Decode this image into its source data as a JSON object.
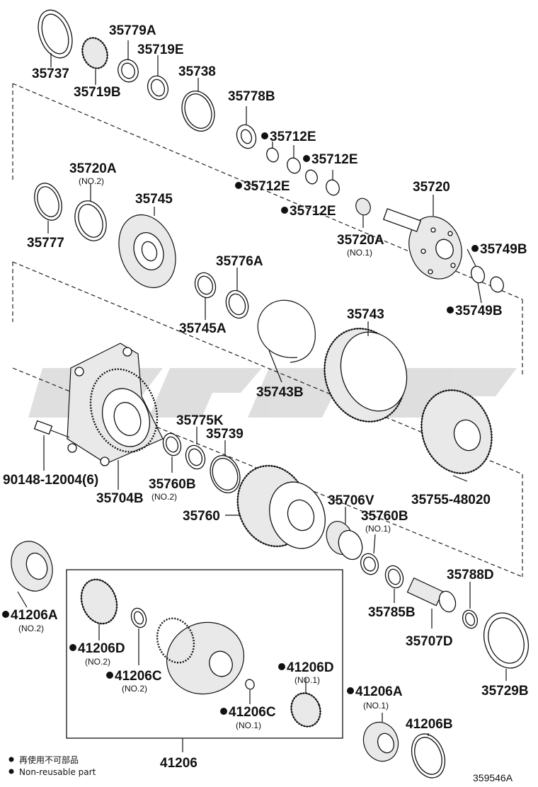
{
  "diagram": {
    "parts": [
      {
        "id": "p1",
        "label": "35737"
      },
      {
        "id": "p2",
        "label": "35779A"
      },
      {
        "id": "p3",
        "label": "35719E"
      },
      {
        "id": "p4",
        "label": "35719B"
      },
      {
        "id": "p5",
        "label": "35738"
      },
      {
        "id": "p6",
        "label": "35778B"
      },
      {
        "id": "p7",
        "label": "35712E",
        "marked": true
      },
      {
        "id": "p8",
        "label": "35712E",
        "marked": true
      },
      {
        "id": "p9",
        "label": "35712E",
        "marked": true
      },
      {
        "id": "p10",
        "label": "35712E",
        "marked": true
      },
      {
        "id": "p11",
        "label": "35720A",
        "note": "(NO.2)"
      },
      {
        "id": "p12",
        "label": "35720"
      },
      {
        "id": "p13",
        "label": "35745"
      },
      {
        "id": "p14",
        "label": "35777"
      },
      {
        "id": "p15",
        "label": "35720A",
        "note": "(NO.1)"
      },
      {
        "id": "p16",
        "label": "35749B",
        "marked": true
      },
      {
        "id": "p17",
        "label": "35776A"
      },
      {
        "id": "p18",
        "label": "35749B",
        "marked": true
      },
      {
        "id": "p19",
        "label": "35743"
      },
      {
        "id": "p20",
        "label": "35745A"
      },
      {
        "id": "p21",
        "label": "35743B"
      },
      {
        "id": "p22",
        "label": "35775K"
      },
      {
        "id": "p23",
        "label": "35739"
      },
      {
        "id": "p24",
        "label": "90148-12004(6)"
      },
      {
        "id": "p25",
        "label": "35760B",
        "note": "(NO.2)"
      },
      {
        "id": "p26",
        "label": "35704B"
      },
      {
        "id": "p27",
        "label": "35755-48020"
      },
      {
        "id": "p28",
        "label": "35706V"
      },
      {
        "id": "p29",
        "label": "35760B",
        "note": "(NO.1)"
      },
      {
        "id": "p30",
        "label": "35760"
      },
      {
        "id": "p31",
        "label": "35788D"
      },
      {
        "id": "p32",
        "label": "41206A",
        "note": "(NO.2)",
        "marked": true
      },
      {
        "id": "p33",
        "label": "35785B"
      },
      {
        "id": "p34",
        "label": "35707D"
      },
      {
        "id": "p35",
        "label": "41206D",
        "note": "(NO.2)",
        "marked": true
      },
      {
        "id": "p36",
        "label": "41206C",
        "note": "(NO.2)",
        "marked": true
      },
      {
        "id": "p37",
        "label": "41206D",
        "note": "(NO.1)",
        "marked": true
      },
      {
        "id": "p38",
        "label": "35729B"
      },
      {
        "id": "p39",
        "label": "41206A",
        "note": "(NO.1)",
        "marked": true
      },
      {
        "id": "p40",
        "label": "41206C",
        "note": "(NO.1)",
        "marked": true
      },
      {
        "id": "p41",
        "label": "41206B"
      },
      {
        "id": "p42",
        "label": "41206"
      }
    ],
    "legend": [
      {
        "text": "再使用不可部品"
      },
      {
        "text": "Non-reusable part"
      }
    ],
    "drawing_code": "359546A"
  }
}
